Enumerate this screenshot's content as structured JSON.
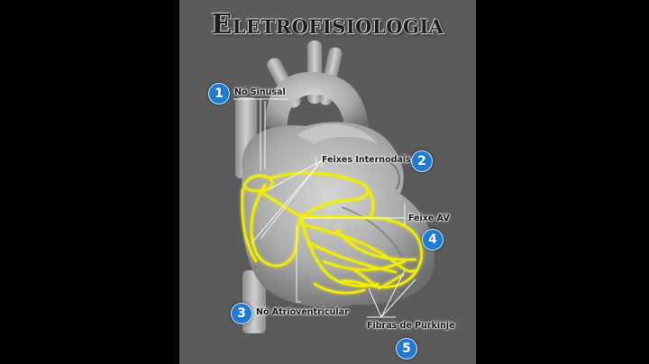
{
  "title": "Eletrofisiologia",
  "labels": [
    {
      "number": "1",
      "text": "Nó Sinusal"
    },
    {
      "number": "2",
      "text": "Feixes Internodais"
    },
    {
      "number": "3",
      "text": "Nó Atrioventricular"
    },
    {
      "number": "4",
      "text": "Feixe AV"
    },
    {
      "number": "5",
      "text": "Fibras de Purkinje"
    }
  ],
  "colors": {
    "background": "#5b5b5b",
    "badge": "#1f7ad1",
    "conduction": "#f2f000",
    "heart": "#b9b9b9"
  }
}
